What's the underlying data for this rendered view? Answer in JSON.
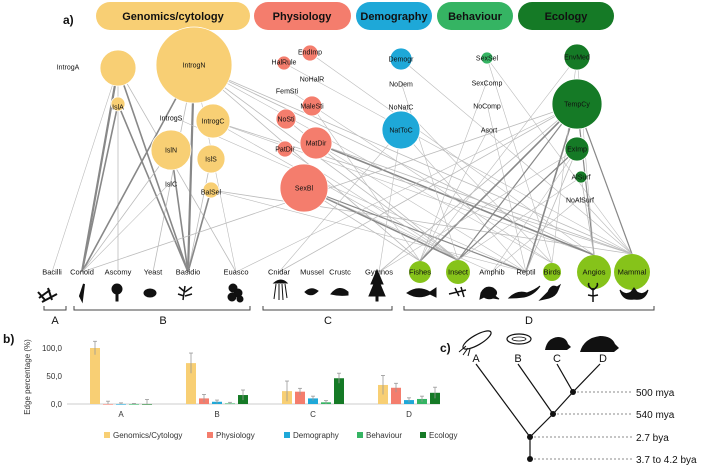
{
  "panels": {
    "a": "a)",
    "b": "b)",
    "c": "c)"
  },
  "colors": {
    "genomics": "#F8CF74",
    "physiology": "#F47D6D",
    "demography": "#1EA8D8",
    "behaviour": "#35B463",
    "ecology": "#157A26",
    "taxon_green": "#86C31A",
    "edge": "#999999"
  },
  "categories": [
    {
      "id": "genomics",
      "label": "Genomics/cytology"
    },
    {
      "id": "physiology",
      "label": "Physiology"
    },
    {
      "id": "demography",
      "label": "Demography"
    },
    {
      "id": "behaviour",
      "label": "Behaviour"
    },
    {
      "id": "ecology",
      "label": "Ecology"
    }
  ],
  "nodes": [
    {
      "id": "IntrogA",
      "label": "IntrogA",
      "cat": "genomics"
    },
    {
      "id": "IntrogN",
      "label": "IntrogN",
      "cat": "genomics"
    },
    {
      "id": "IslA",
      "label": "IslA",
      "cat": "genomics"
    },
    {
      "id": "IntrogS",
      "label": "IntrogS",
      "cat": "genomics"
    },
    {
      "id": "IntrogC",
      "label": "IntrogC",
      "cat": "genomics"
    },
    {
      "id": "IslN",
      "label": "IslN",
      "cat": "genomics"
    },
    {
      "id": "IslS",
      "label": "IslS",
      "cat": "genomics"
    },
    {
      "id": "IslC",
      "label": "IslC",
      "cat": "genomics"
    },
    {
      "id": "BalSel",
      "label": "BalSel",
      "cat": "genomics"
    },
    {
      "id": "EndImp",
      "label": "EndImp",
      "cat": "physiology"
    },
    {
      "id": "HalRule",
      "label": "HalRule",
      "cat": "physiology"
    },
    {
      "id": "NoHalR",
      "label": "NoHalR",
      "cat": "physiology"
    },
    {
      "id": "FemSti",
      "label": "FemSti",
      "cat": "physiology"
    },
    {
      "id": "MaleSti",
      "label": "MaleSti",
      "cat": "physiology"
    },
    {
      "id": "NoSti",
      "label": "NoSti",
      "cat": "physiology"
    },
    {
      "id": "MatDir",
      "label": "MatDir",
      "cat": "physiology"
    },
    {
      "id": "PatDir",
      "label": "PatDir",
      "cat": "physiology"
    },
    {
      "id": "SexBl",
      "label": "SexBl",
      "cat": "physiology"
    },
    {
      "id": "Demogr",
      "label": "Demogr",
      "cat": "demography"
    },
    {
      "id": "NoDem",
      "label": "NoDem",
      "cat": "demography"
    },
    {
      "id": "NoNatC",
      "label": "NoNatC",
      "cat": "demography"
    },
    {
      "id": "NatToC",
      "label": "NatToC",
      "cat": "demography"
    },
    {
      "id": "SexSel",
      "label": "SexSel",
      "cat": "behaviour"
    },
    {
      "id": "SexComp",
      "label": "SexComp",
      "cat": "behaviour"
    },
    {
      "id": "NoComp",
      "label": "NoComp",
      "cat": "behaviour"
    },
    {
      "id": "Asort",
      "label": "Asort",
      "cat": "behaviour"
    },
    {
      "id": "EnvMed",
      "label": "EnvMed",
      "cat": "ecology"
    },
    {
      "id": "TempCy",
      "label": "TempCy",
      "cat": "ecology"
    },
    {
      "id": "ExImp",
      "label": "ExImp",
      "cat": "ecology"
    },
    {
      "id": "AlSurf",
      "label": "AlSurf",
      "cat": "ecology"
    },
    {
      "id": "NoAlSurf",
      "label": "NoAlSurf",
      "cat": "ecology"
    }
  ],
  "taxa": [
    {
      "id": "Bacilli",
      "label": "Bacilli",
      "group": "A",
      "circle": false
    },
    {
      "id": "Conoid",
      "label": "Conoid",
      "group": "B",
      "circle": false
    },
    {
      "id": "Ascomy",
      "label": "Ascomy",
      "group": "B",
      "circle": false
    },
    {
      "id": "Yeast",
      "label": "Yeast",
      "group": "B",
      "circle": false
    },
    {
      "id": "Basidio",
      "label": "Basidio",
      "group": "B",
      "circle": false
    },
    {
      "id": "Euasco",
      "label": "Euasco",
      "group": "B",
      "circle": false
    },
    {
      "id": "Cnidar",
      "label": "Cnidar",
      "group": "C",
      "circle": false
    },
    {
      "id": "Mussel",
      "label": "Mussel",
      "group": "C",
      "circle": false
    },
    {
      "id": "Crustc",
      "label": "Crustc",
      "group": "C",
      "circle": false
    },
    {
      "id": "Gymnos",
      "label": "Gymnos",
      "group": "C",
      "circle": false
    },
    {
      "id": "Fishes",
      "label": "Fishes",
      "group": "D",
      "circle": true
    },
    {
      "id": "Insect",
      "label": "Insect",
      "group": "D",
      "circle": true
    },
    {
      "id": "Amphib",
      "label": "Amphib",
      "group": "D",
      "circle": false
    },
    {
      "id": "Reptil",
      "label": "Reptil",
      "group": "D",
      "circle": false
    },
    {
      "id": "Birds",
      "label": "Birds",
      "group": "D",
      "circle": true
    },
    {
      "id": "Angios",
      "label": "Angios",
      "group": "D",
      "circle": true
    },
    {
      "id": "Mammal",
      "label": "Mammal",
      "group": "D",
      "circle": true
    }
  ],
  "groups": [
    "A",
    "B",
    "C",
    "D"
  ],
  "chart_data": {
    "type": "bar",
    "ylabel": "Edge percentage (%)",
    "categories": [
      "A",
      "B",
      "C",
      "D"
    ],
    "yticks": [
      "0,0",
      "50,0",
      "100,0"
    ],
    "ylim": [
      0,
      100
    ],
    "series": [
      {
        "name": "Genomics/Cytology",
        "color": "#F8CF74",
        "values": [
          100,
          73,
          23,
          34
        ],
        "err": [
          12,
          18,
          18,
          17
        ]
      },
      {
        "name": "Physiology",
        "color": "#F47D6D",
        "values": [
          0,
          10,
          22,
          29
        ],
        "err": [
          5,
          7,
          6,
          8
        ]
      },
      {
        "name": "Demography",
        "color": "#1EA8D8",
        "values": [
          0,
          4,
          10,
          7
        ],
        "err": [
          2,
          3,
          4,
          4
        ]
      },
      {
        "name": "Behaviour",
        "color": "#35B463",
        "values": [
          0,
          1,
          3,
          9
        ],
        "err": [
          1,
          2,
          3,
          5
        ]
      },
      {
        "name": "Ecology",
        "color": "#157A26",
        "values": [
          0,
          16,
          46,
          20
        ],
        "err": [
          8,
          9,
          9,
          10
        ]
      }
    ]
  },
  "tree": {
    "tips": [
      "A",
      "B",
      "C",
      "D"
    ],
    "times": [
      "500 mya",
      "540 mya",
      "2.7 bya",
      "3.7 to 4.2 bya"
    ]
  }
}
